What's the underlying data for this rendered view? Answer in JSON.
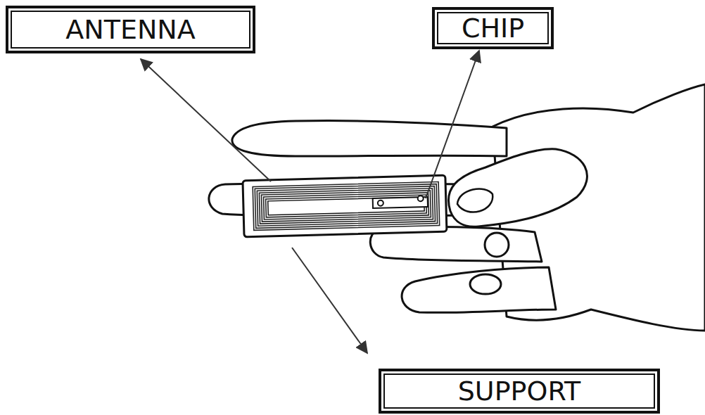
{
  "diagram": {
    "nodes": [
      {
        "text": [
          "ANTENNA"
        ]
      },
      {
        "text": [
          "CHIP"
        ]
      },
      {
        "text": [
          "SUPPORT"
        ]
      }
    ]
  }
}
